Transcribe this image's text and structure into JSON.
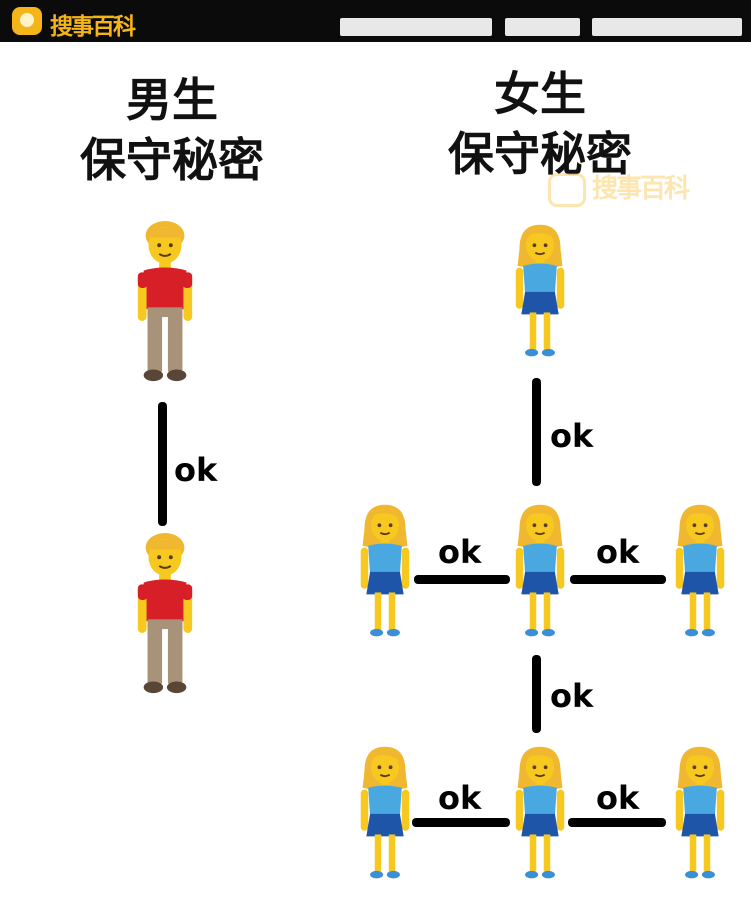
{
  "header": {
    "logo_text": "搜事百科"
  },
  "left": {
    "title_line1": "男生",
    "title_line2": "保守秘密",
    "link_label": "ok"
  },
  "right": {
    "title_line1": "女生",
    "title_line2": "保守秘密",
    "link_labels": [
      "ok",
      "ok",
      "ok",
      "ok",
      "ok",
      "ok"
    ]
  },
  "watermark": {
    "text": "搜事百科"
  },
  "colors": {
    "skin": "#f7c81f",
    "hair": "#f0b830",
    "man_shirt": "#d61f26",
    "man_pants": "#a8937a",
    "woman_shirt": "#4aa8e0",
    "woman_skirt": "#1f55a8",
    "shoe_woman": "#3b8fd6",
    "shoe_man": "#5a4636"
  },
  "icons": {
    "man": "man-standing-icon",
    "woman": "woman-standing-icon"
  }
}
